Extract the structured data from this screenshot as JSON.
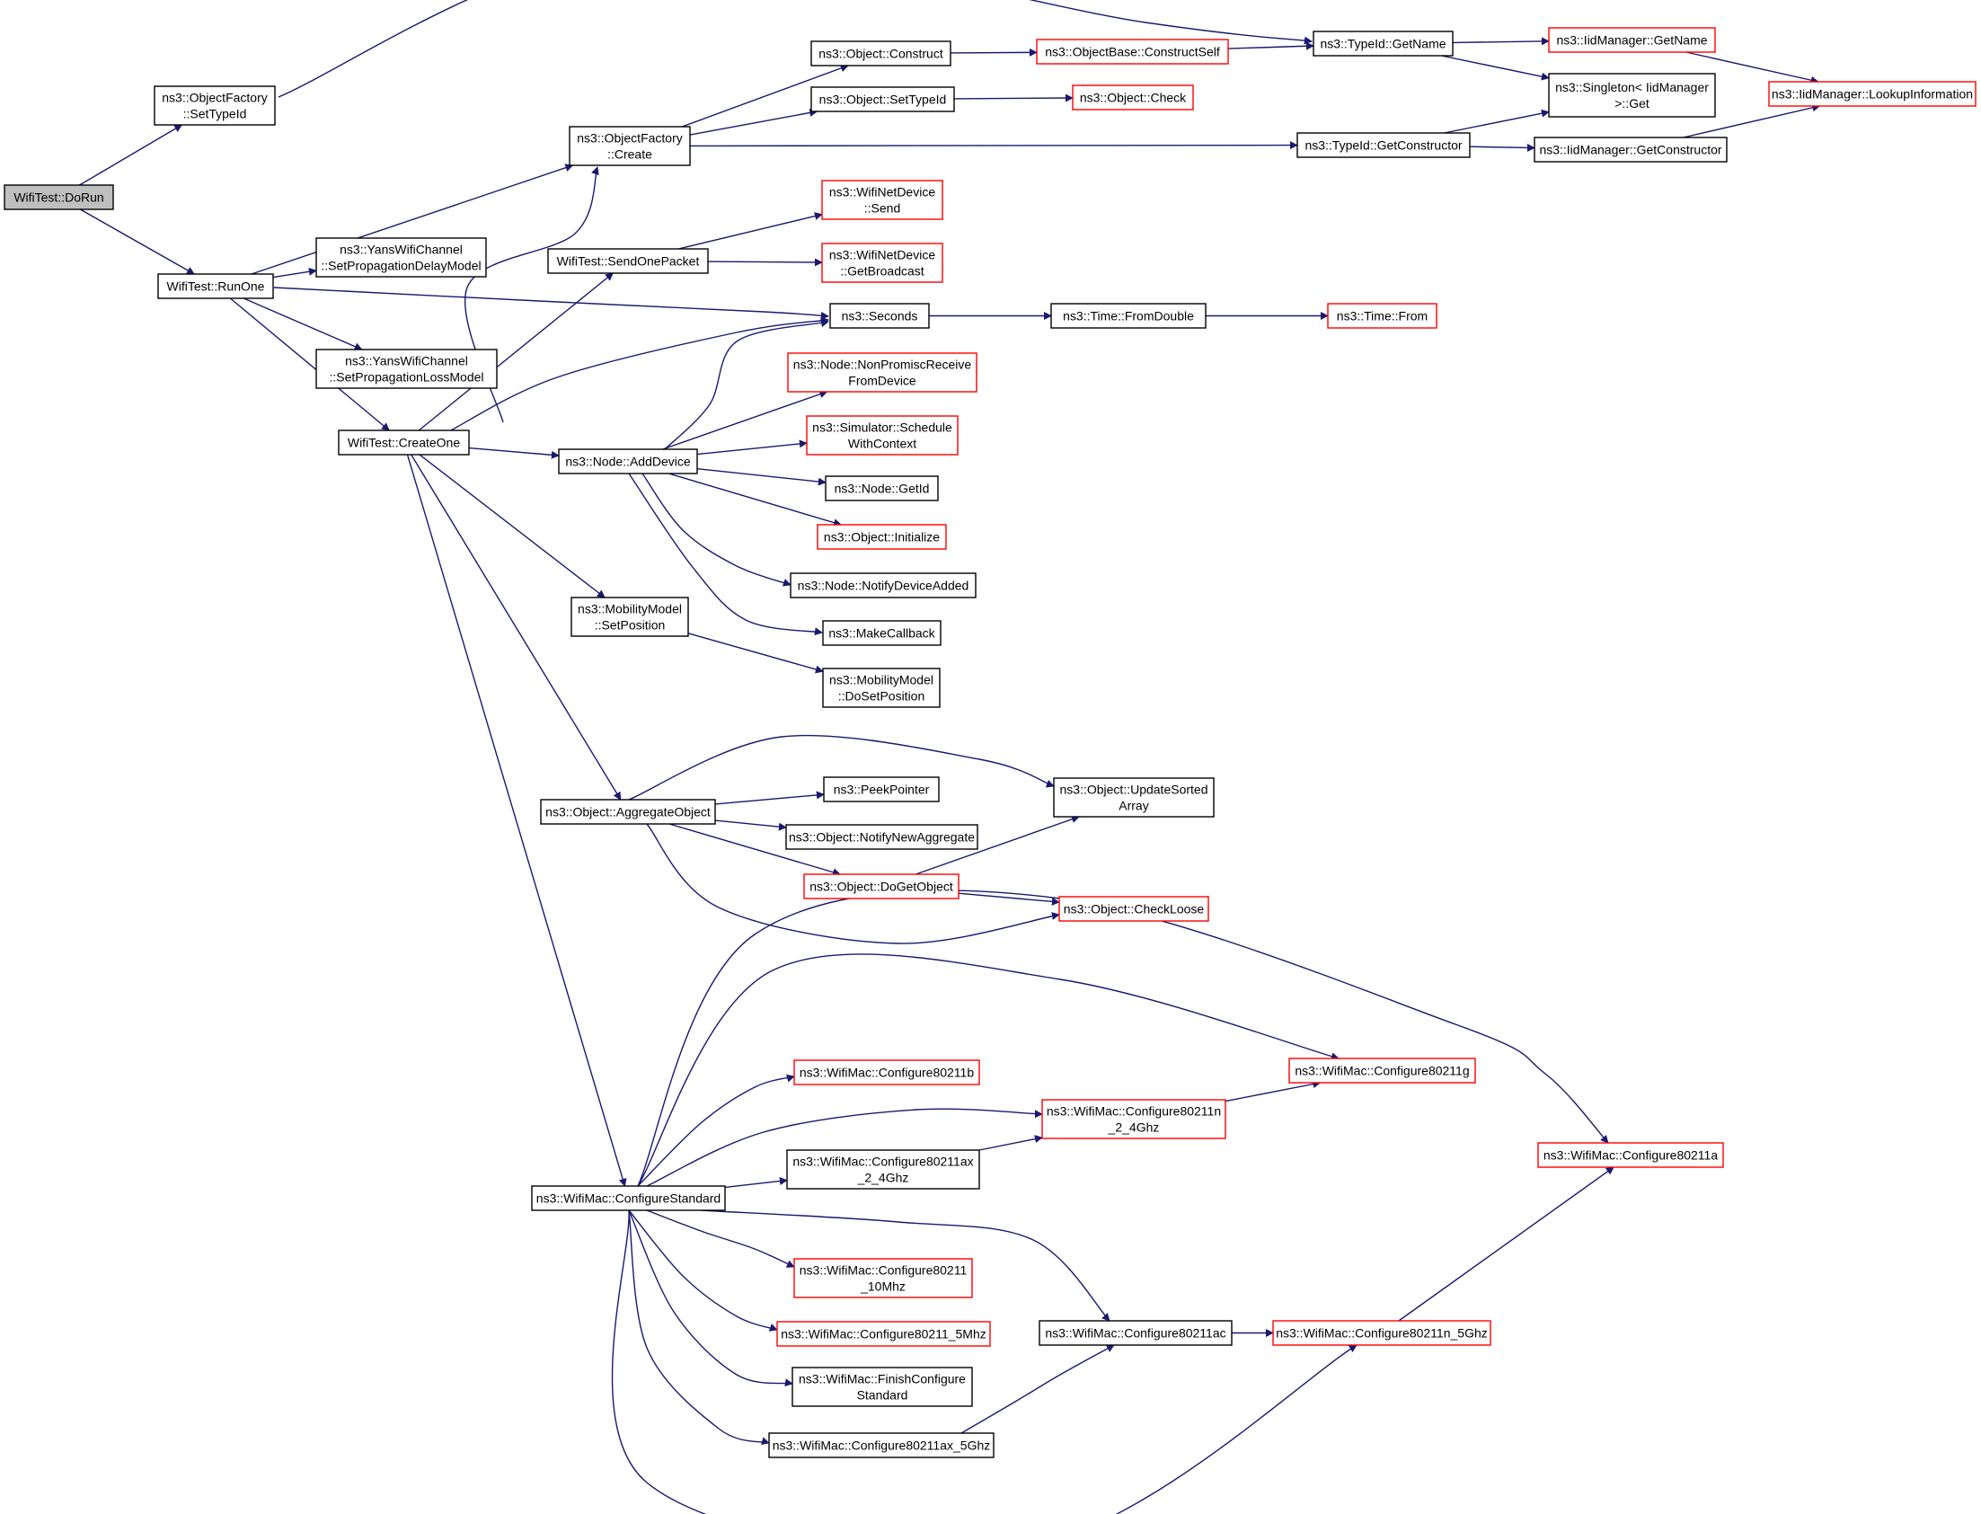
{
  "diagram": {
    "nodes": [
      {
        "id": "dorun",
        "lines": [
          "WifiTest::DoRun"
        ],
        "style": "root"
      },
      {
        "id": "of_settypeid",
        "lines": [
          "ns3::ObjectFactory",
          "::SetTypeId"
        ],
        "style": "black"
      },
      {
        "id": "runone",
        "lines": [
          "WifiTest::RunOne"
        ],
        "style": "black"
      },
      {
        "id": "of_create",
        "lines": [
          "ns3::ObjectFactory",
          "::Create"
        ],
        "style": "black"
      },
      {
        "id": "yans_delay",
        "lines": [
          "ns3::YansWifiChannel",
          "::SetPropagationDelayModel"
        ],
        "style": "black"
      },
      {
        "id": "yans_loss",
        "lines": [
          "ns3::YansWifiChannel",
          "::SetPropagationLossModel"
        ],
        "style": "black"
      },
      {
        "id": "createone",
        "lines": [
          "WifiTest::CreateOne"
        ],
        "style": "black"
      },
      {
        "id": "sendonepacket",
        "lines": [
          "WifiTest::SendOnePacket"
        ],
        "style": "black"
      },
      {
        "id": "addevice",
        "lines": [
          "ns3::Node::AddDevice"
        ],
        "style": "black"
      },
      {
        "id": "mm_setpos",
        "lines": [
          "ns3::MobilityModel",
          "::SetPosition"
        ],
        "style": "black"
      },
      {
        "id": "aggregate",
        "lines": [
          "ns3::Object::AggregateObject"
        ],
        "style": "black"
      },
      {
        "id": "configstd",
        "lines": [
          "ns3::WifiMac::ConfigureStandard"
        ],
        "style": "black"
      },
      {
        "id": "obj_construct",
        "lines": [
          "ns3::Object::Construct"
        ],
        "style": "black"
      },
      {
        "id": "obj_settypeid",
        "lines": [
          "ns3::Object::SetTypeId"
        ],
        "style": "black"
      },
      {
        "id": "nd_send",
        "lines": [
          "ns3::WifiNetDevice",
          "::Send"
        ],
        "style": "red"
      },
      {
        "id": "nd_getbroadcast",
        "lines": [
          "ns3::WifiNetDevice",
          "::GetBroadcast"
        ],
        "style": "red"
      },
      {
        "id": "seconds",
        "lines": [
          "ns3::Seconds"
        ],
        "style": "black"
      },
      {
        "id": "nonpromisc",
        "lines": [
          "ns3::Node::NonPromiscReceive",
          "FromDevice"
        ],
        "style": "red"
      },
      {
        "id": "schedctx",
        "lines": [
          "ns3::Simulator::Schedule",
          "WithContext"
        ],
        "style": "red"
      },
      {
        "id": "getid",
        "lines": [
          "ns3::Node::GetId"
        ],
        "style": "black"
      },
      {
        "id": "obj_init",
        "lines": [
          "ns3::Object::Initialize"
        ],
        "style": "red"
      },
      {
        "id": "notifydev",
        "lines": [
          "ns3::Node::NotifyDeviceAdded"
        ],
        "style": "black"
      },
      {
        "id": "makecb",
        "lines": [
          "ns3::MakeCallback"
        ],
        "style": "black"
      },
      {
        "id": "mm_dosetpos",
        "lines": [
          "ns3::MobilityModel",
          "::DoSetPosition"
        ],
        "style": "black"
      },
      {
        "id": "peekptr",
        "lines": [
          "ns3::PeekPointer"
        ],
        "style": "black"
      },
      {
        "id": "notifyagg",
        "lines": [
          "ns3::Object::NotifyNewAggregate"
        ],
        "style": "black"
      },
      {
        "id": "dogetobj",
        "lines": [
          "ns3::Object::DoGetObject"
        ],
        "style": "red"
      },
      {
        "id": "updsorted",
        "lines": [
          "ns3::Object::UpdateSorted",
          "Array"
        ],
        "style": "black"
      },
      {
        "id": "checkloose",
        "lines": [
          "ns3::Object::CheckLoose"
        ],
        "style": "red"
      },
      {
        "id": "cfg_b",
        "lines": [
          "ns3::WifiMac::Configure80211b"
        ],
        "style": "red"
      },
      {
        "id": "cfg_n24",
        "lines": [
          "ns3::WifiMac::Configure80211n",
          "_2_4Ghz"
        ],
        "style": "red"
      },
      {
        "id": "cfg_ax24",
        "lines": [
          "ns3::WifiMac::Configure80211ax",
          "_2_4Ghz"
        ],
        "style": "black"
      },
      {
        "id": "cfg_10",
        "lines": [
          "ns3::WifiMac::Configure80211",
          "_10Mhz"
        ],
        "style": "red"
      },
      {
        "id": "cfg_5mhz",
        "lines": [
          "ns3::WifiMac::Configure80211_5Mhz"
        ],
        "style": "red"
      },
      {
        "id": "finishcfg",
        "lines": [
          "ns3::WifiMac::FinishConfigure",
          "Standard"
        ],
        "style": "black"
      },
      {
        "id": "cfg_ax5",
        "lines": [
          "ns3::WifiMac::Configure80211ax_5Ghz"
        ],
        "style": "black"
      },
      {
        "id": "cfg_ac",
        "lines": [
          "ns3::WifiMac::Configure80211ac"
        ],
        "style": "black"
      },
      {
        "id": "cfg_n5",
        "lines": [
          "ns3::WifiMac::Configure80211n_5Ghz"
        ],
        "style": "red"
      },
      {
        "id": "cfg_g",
        "lines": [
          "ns3::WifiMac::Configure80211g"
        ],
        "style": "red"
      },
      {
        "id": "cfg_a",
        "lines": [
          "ns3::WifiMac::Configure80211a"
        ],
        "style": "red"
      },
      {
        "id": "constructself",
        "lines": [
          "ns3::ObjectBase::ConstructSelf"
        ],
        "style": "red"
      },
      {
        "id": "obj_check",
        "lines": [
          "ns3::Object::Check"
        ],
        "style": "red"
      },
      {
        "id": "typeid_getname",
        "lines": [
          "ns3::TypeId::GetName"
        ],
        "style": "black"
      },
      {
        "id": "typeid_getctor",
        "lines": [
          "ns3::TypeId::GetConstructor"
        ],
        "style": "black"
      },
      {
        "id": "time_fromdouble",
        "lines": [
          "ns3::Time::FromDouble"
        ],
        "style": "black"
      },
      {
        "id": "time_from",
        "lines": [
          "ns3::Time::From"
        ],
        "style": "red"
      },
      {
        "id": "iid_getname",
        "lines": [
          "ns3::IidManager::GetName"
        ],
        "style": "red"
      },
      {
        "id": "singleton",
        "lines": [
          "ns3::Singleton< IidManager",
          ">::Get"
        ],
        "style": "black"
      },
      {
        "id": "iid_getctor",
        "lines": [
          "ns3::IidManager::GetConstructor"
        ],
        "style": "black"
      },
      {
        "id": "iid_lookup",
        "lines": [
          "ns3::IidManager::LookupInformation"
        ],
        "style": "red"
      }
    ],
    "edges": [
      [
        "dorun",
        "of_settypeid"
      ],
      [
        "dorun",
        "runone"
      ],
      [
        "of_settypeid",
        "typeid_getname"
      ],
      [
        "runone",
        "of_create"
      ],
      [
        "runone",
        "yans_delay"
      ],
      [
        "runone",
        "yans_loss"
      ],
      [
        "runone",
        "createone"
      ],
      [
        "runone",
        "seconds"
      ],
      [
        "createone",
        "of_create"
      ],
      [
        "createone",
        "sendonepacket"
      ],
      [
        "createone",
        "seconds"
      ],
      [
        "createone",
        "addevice"
      ],
      [
        "createone",
        "mm_setpos"
      ],
      [
        "createone",
        "aggregate"
      ],
      [
        "createone",
        "configstd"
      ],
      [
        "of_create",
        "obj_construct"
      ],
      [
        "of_create",
        "obj_settypeid"
      ],
      [
        "of_create",
        "typeid_getctor"
      ],
      [
        "obj_construct",
        "constructself"
      ],
      [
        "constructself",
        "typeid_getname"
      ],
      [
        "obj_settypeid",
        "obj_check"
      ],
      [
        "typeid_getname",
        "iid_getname"
      ],
      [
        "typeid_getname",
        "singleton"
      ],
      [
        "typeid_getctor",
        "singleton"
      ],
      [
        "typeid_getctor",
        "iid_getctor"
      ],
      [
        "iid_getname",
        "iid_lookup"
      ],
      [
        "iid_getctor",
        "iid_lookup"
      ],
      [
        "sendonepacket",
        "nd_send"
      ],
      [
        "sendonepacket",
        "nd_getbroadcast"
      ],
      [
        "seconds",
        "time_fromdouble"
      ],
      [
        "time_fromdouble",
        "time_from"
      ],
      [
        "addevice",
        "seconds"
      ],
      [
        "addevice",
        "nonpromisc"
      ],
      [
        "addevice",
        "schedctx"
      ],
      [
        "addevice",
        "getid"
      ],
      [
        "addevice",
        "obj_init"
      ],
      [
        "addevice",
        "notifydev"
      ],
      [
        "addevice",
        "makecb"
      ],
      [
        "mm_setpos",
        "mm_dosetpos"
      ],
      [
        "aggregate",
        "updsorted"
      ],
      [
        "aggregate",
        "peekptr"
      ],
      [
        "aggregate",
        "notifyagg"
      ],
      [
        "aggregate",
        "dogetobj"
      ],
      [
        "aggregate",
        "checkloose"
      ],
      [
        "dogetobj",
        "updsorted"
      ],
      [
        "dogetobj",
        "checkloose"
      ],
      [
        "configstd",
        "cfg_a"
      ],
      [
        "configstd",
        "cfg_g"
      ],
      [
        "configstd",
        "cfg_b"
      ],
      [
        "configstd",
        "cfg_n24"
      ],
      [
        "configstd",
        "cfg_ax24"
      ],
      [
        "configstd",
        "cfg_ac"
      ],
      [
        "configstd",
        "cfg_10"
      ],
      [
        "configstd",
        "cfg_5mhz"
      ],
      [
        "configstd",
        "finishcfg"
      ],
      [
        "configstd",
        "cfg_ax5"
      ],
      [
        "configstd",
        "cfg_n5"
      ],
      [
        "cfg_n24",
        "cfg_g"
      ],
      [
        "cfg_ax24",
        "cfg_n24"
      ],
      [
        "cfg_ax5",
        "cfg_ac"
      ],
      [
        "cfg_ac",
        "cfg_n5"
      ],
      [
        "cfg_n5",
        "cfg_a"
      ]
    ]
  },
  "colors": {
    "edge": "#191970",
    "node_border": "#000000",
    "node_border_red": "#ff0000",
    "root_fill": "#bfbfbf",
    "node_fill": "#ffffff"
  }
}
